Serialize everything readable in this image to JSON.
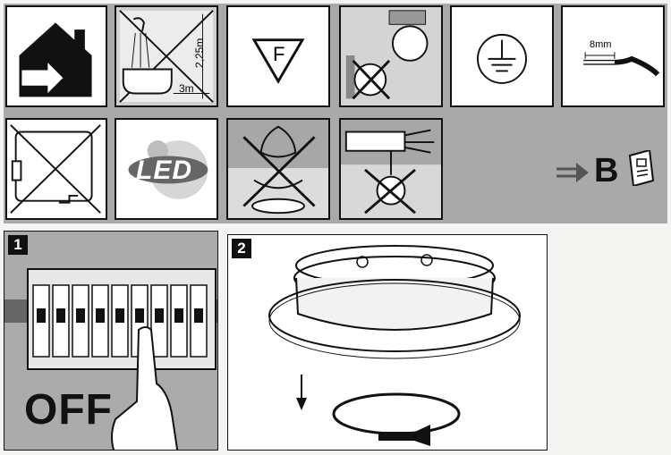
{
  "symbols": {
    "ceiling_height": "2,25m",
    "distance": "3m",
    "f_mark": "F",
    "strip_length": "8mm",
    "led_text": "LED"
  },
  "reference": {
    "letter": "B"
  },
  "steps": [
    {
      "number": "1",
      "caption": "OFF"
    },
    {
      "number": "2"
    }
  ],
  "colors": {
    "panel_gray": "#a8a8a8",
    "tile_border": "#111111",
    "ink": "#111111"
  },
  "icons": [
    "house-arrow-icon",
    "bathroom-zone-icon",
    "f-mark-icon",
    "no-wall-mount-icon",
    "ground-symbol-icon",
    "wire-strip-icon",
    "no-dimmer-icon",
    "led-logo-icon",
    "no-chandelier-icon",
    "no-cable-bulb-icon",
    "manual-reference-icon",
    "circuit-breaker-illustration",
    "ceiling-lamp-illustration",
    "rotate-arrow-icon",
    "down-arrow-icon"
  ]
}
